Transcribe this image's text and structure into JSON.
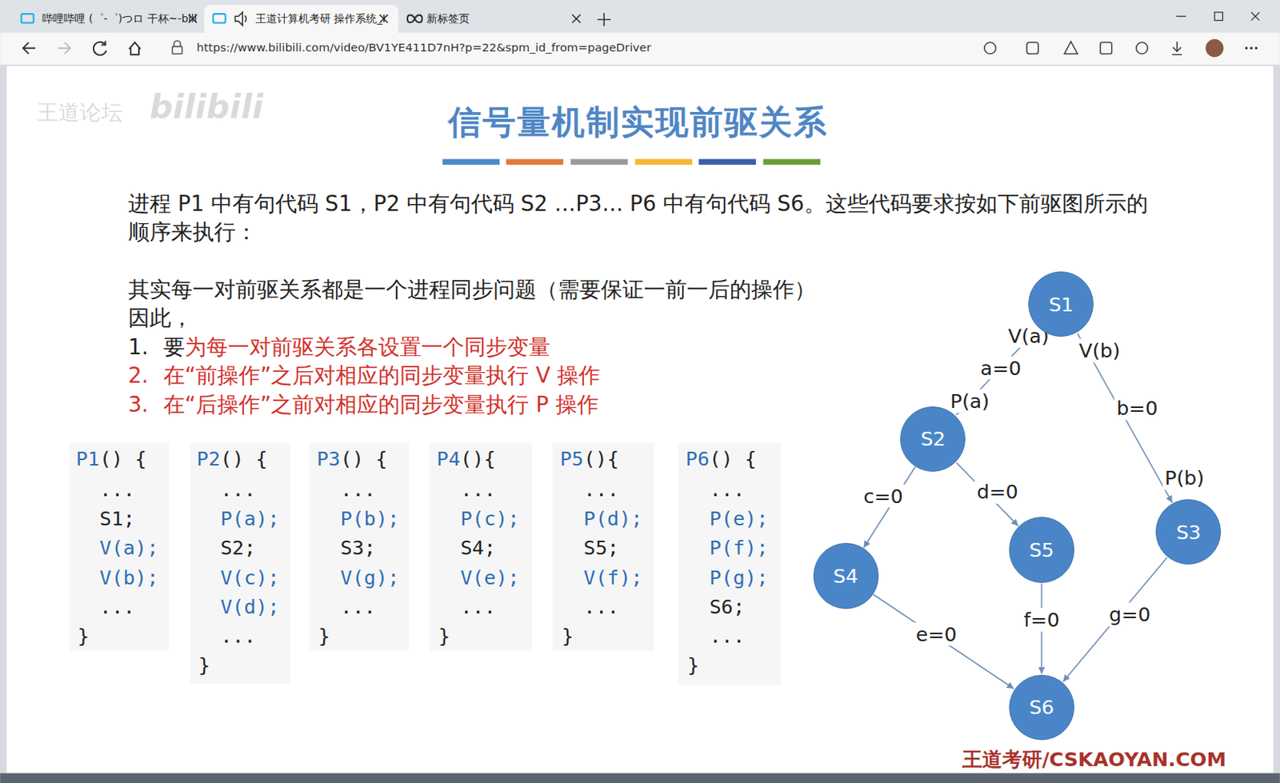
{
  "diagram": {
    "title": "信号量机制实现前驱关系",
    "nodes": [
      {
        "text": [
          "S1"
        ]
      },
      {
        "text": [
          "S2"
        ]
      },
      {
        "text": [
          "S3"
        ]
      },
      {
        "text": [
          "S4"
        ]
      },
      {
        "text": [
          "S5"
        ]
      },
      {
        "text": [
          "S6"
        ]
      }
    ],
    "edges": [
      {
        "from": 0,
        "to": 1,
        "arrow": "to",
        "label": "a=0"
      },
      {
        "from": 0,
        "to": 2,
        "arrow": "to",
        "label": "b=0"
      },
      {
        "from": 1,
        "to": 3,
        "arrow": "to",
        "label": "c=0"
      },
      {
        "from": 1,
        "to": 4,
        "arrow": "to",
        "label": "d=0"
      },
      {
        "from": 3,
        "to": 5,
        "arrow": "to",
        "label": "e=0"
      },
      {
        "from": 4,
        "to": 5,
        "arrow": "to",
        "label": "f=0"
      },
      {
        "from": 2,
        "to": 5,
        "arrow": "to",
        "label": "g=0"
      }
    ],
    "labels": [
      "哔哩哔哩 (゜-゜)つロ 干杯~-bili",
      "王道计算机考研 操作系统_I",
      "新标签页",
      "https://www.bilibili.com/video/BV1YE411D7nH?p=22&spm_id_from=pageDriver",
      "王道论坛",
      "bilibili",
      "进程 P1 中有句代码 S1，P2 中有句代码 S2 …P3… P6 中有句代码 S6。这些代码要求按如下前驱图所示的顺序来执行：",
      "其实每一对前驱关系都是一个进程同步问题（需要保证一前一后的操作）",
      "因此，",
      "1.",
      "要",
      "为每一对前驱关系各设置一个同步变量",
      "2.",
      "在“前操作”之后对相应的同步变量执行 V 操作",
      "3.",
      "在“后操作”之前对相应的同步变量执行 P 操作",
      "P1",
      "() {",
      "...",
      "S1;",
      "V(a);",
      "V(b);",
      "...",
      "}",
      "P2",
      "() {",
      "...",
      "P(a);",
      "S2;",
      "V(c);",
      "V(d);",
      "...",
      "}",
      "P3",
      "() {",
      "...",
      "P(b);",
      "S3;",
      "V(g);",
      "...",
      "}",
      "P4",
      "(){",
      "...",
      "P(c);",
      "S4;",
      "V(e);",
      "...",
      "}",
      "P5",
      "(){",
      "...",
      "P(d);",
      "S5;",
      "V(f);",
      "...",
      "}",
      "P6",
      "() {",
      "...",
      "P(e);",
      "P(f);",
      "P(g);",
      "S6;",
      "...",
      "}",
      "V(a)",
      "V(b)",
      "P(a)",
      "P(b)",
      "王道考研/CSKAOYAN.COM"
    ]
  }
}
